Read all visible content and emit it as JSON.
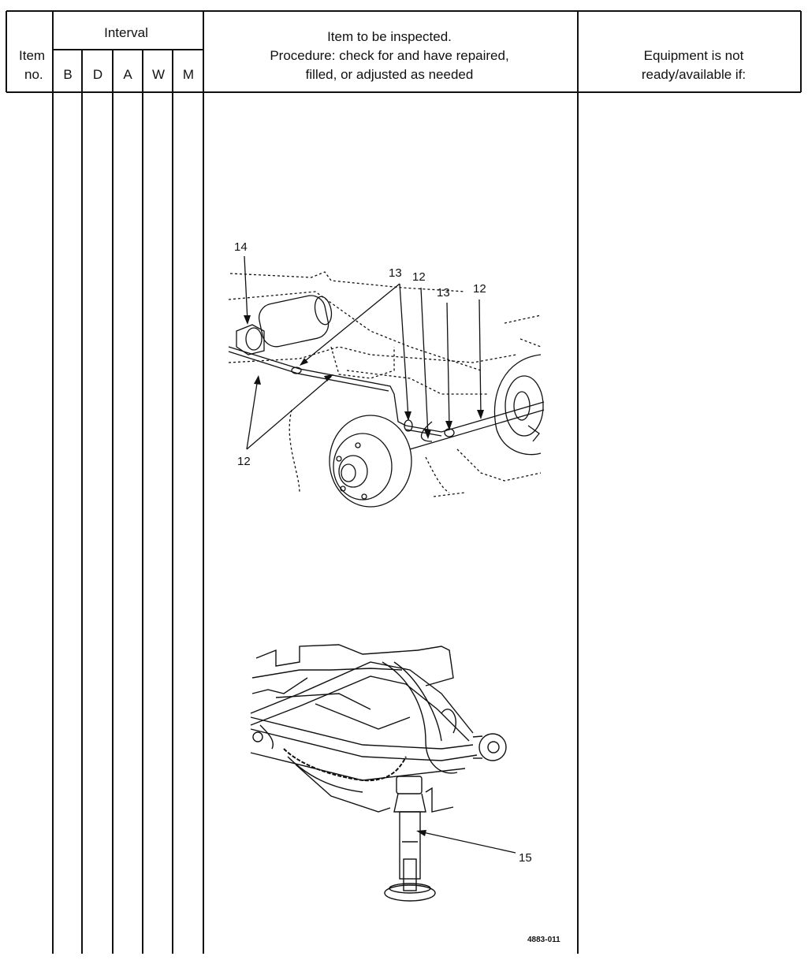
{
  "header": {
    "item_no_line1": "Item",
    "item_no_line2": "no.",
    "interval": "Interval",
    "interval_cols": [
      "B",
      "D",
      "A",
      "W",
      "M"
    ],
    "procedure_line1": "Item to be inspected.",
    "procedure_line2": "Procedure:  check for and have repaired,",
    "procedure_line3": "filled, or adjusted as needed",
    "equipment_line1": "Equipment is not",
    "equipment_line2": "ready/available if:"
  },
  "figure_top": {
    "callouts": [
      "14",
      "13",
      "12",
      "13",
      "12",
      "12"
    ]
  },
  "figure_bottom": {
    "callouts": [
      "15"
    ],
    "figure_id": "4883-011"
  }
}
